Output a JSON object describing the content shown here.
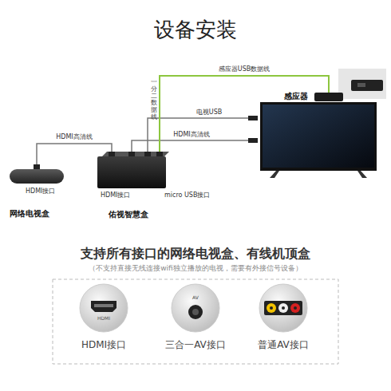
{
  "diagram": {
    "title": "设备安装",
    "nodes": [
      {
        "text": [
          "HDMI接口",
          "网络电视盒"
        ]
      },
      {
        "text": [
          "HDMI接口",
          "micro USB接口",
          "佑视智慧盒"
        ]
      },
      {
        "text": [
          "感应器"
        ]
      }
    ],
    "edges": [
      {
        "from": 0,
        "to": 1,
        "label": "HDMI高清线",
        "arrow": "none"
      },
      {
        "from": 1,
        "to": 2,
        "label": "感应器USB数据线",
        "arrow": "none"
      }
    ],
    "labels": [
      "一分二数据线",
      "电视USB",
      "HDMI高清线",
      "支持所有接口的网络电视盒、有线机顶盒",
      "（不支持直接无线连接wifi独立播放的电视，需要有外接信号设备）",
      "HDMI",
      "AV",
      "HDMI接口",
      "三合一AV接口",
      "普通AV接口"
    ]
  }
}
